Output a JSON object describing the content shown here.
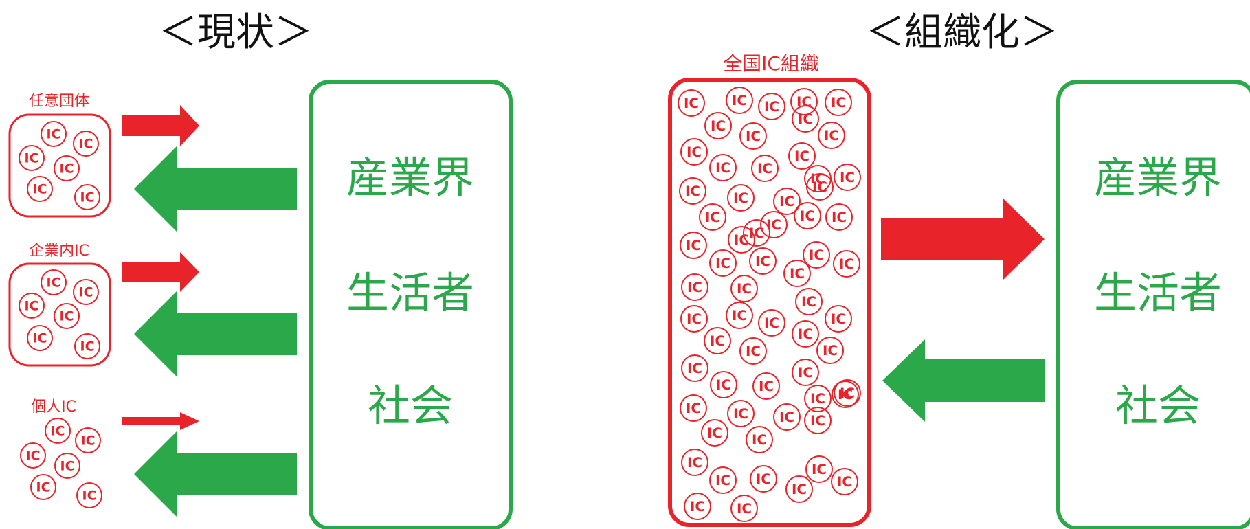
{
  "left": {
    "title": "＜現状＞",
    "groups": [
      {
        "label": "任意団体",
        "ic_count": 6
      },
      {
        "label": "企業内IC",
        "ic_count": 6
      },
      {
        "label": "個人IC",
        "ic_count": 6
      }
    ],
    "actors": [
      "産業界",
      "生活者",
      "社会"
    ]
  },
  "right": {
    "title": "＜組織化＞",
    "org_label": "全国IC組織",
    "actors": [
      "産業界",
      "生活者",
      "社会"
    ]
  },
  "ic_text": "IC",
  "colors": {
    "red": "#e8232a",
    "green": "#2aa84a",
    "text": "#111111"
  }
}
